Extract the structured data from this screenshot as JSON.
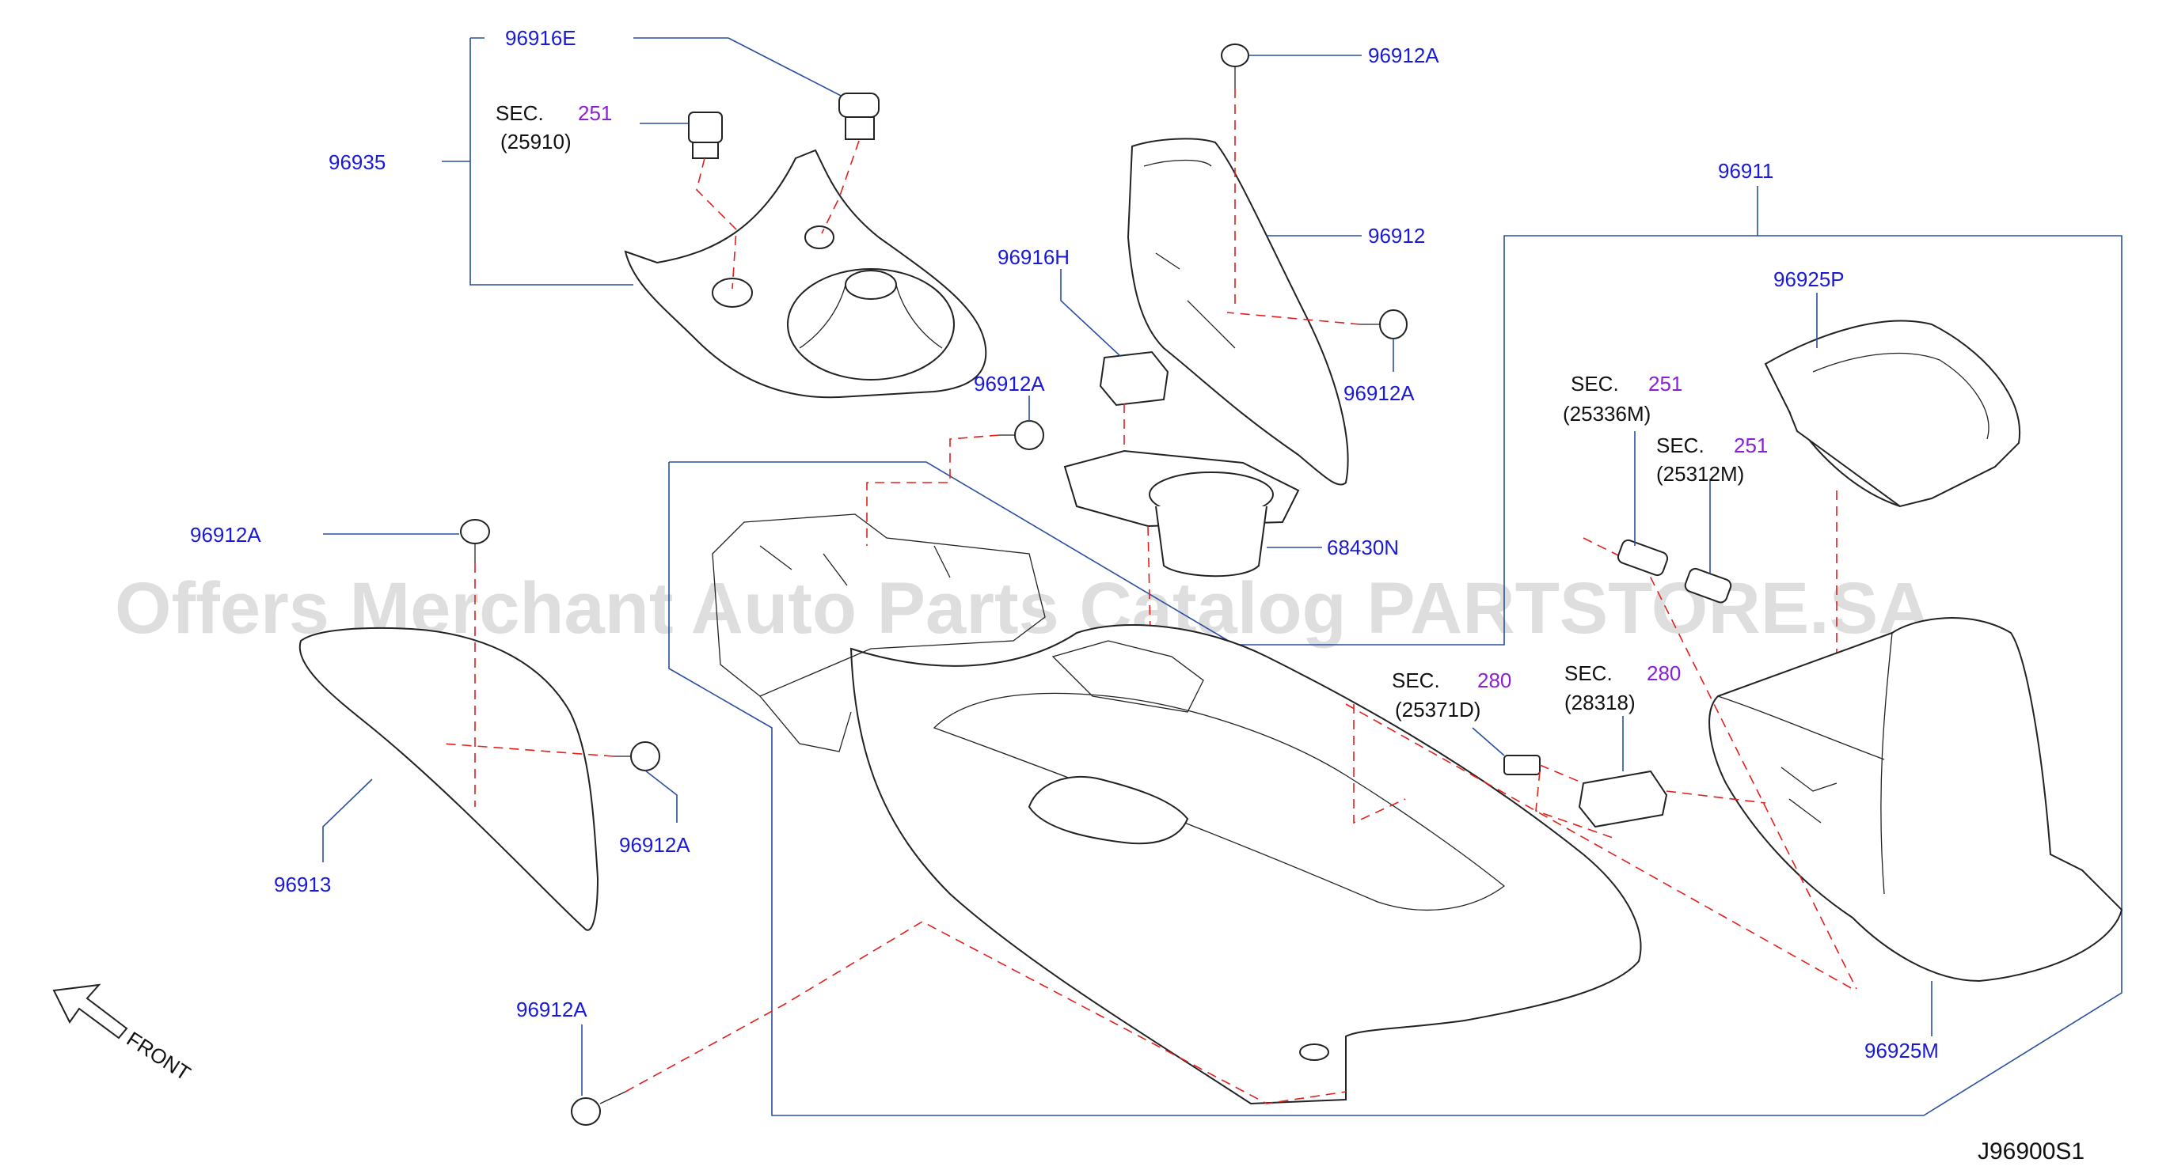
{
  "diagram_code": "J96900S1",
  "watermark": "Offers Merchant Auto Parts Catalog PARTSTORE.SA",
  "front_label": "FRONT",
  "sec_prefix": "SEC.",
  "colors": {
    "part_number": "#1a1ad6",
    "section_number": "#8a1fd6",
    "reference_code": "#111111",
    "leader_line": "#2a4fa0",
    "dashed_line": "#e0201c"
  },
  "parts": {
    "p96916E": "96916E",
    "p96935": "96935",
    "p96912A_top": "96912A",
    "p96912": "96912",
    "p96912A_right": "96912A",
    "p96916H": "96916H",
    "p96912A_mid": "96912A",
    "p68430N": "68430N",
    "p96911": "96911",
    "p96925P": "96925P",
    "p96912A_left": "96912A",
    "p96912A_leftlow": "96912A",
    "p96913": "96913",
    "p96912A_bottom": "96912A",
    "p96925M": "96925M"
  },
  "sections": {
    "s1": {
      "sec": "251",
      "ref": "(25910)"
    },
    "s2": {
      "sec": "251",
      "ref": "(25336M)"
    },
    "s3": {
      "sec": "251",
      "ref": "(25312M)"
    },
    "s4": {
      "sec": "280",
      "ref": "(25371D)"
    },
    "s5": {
      "sec": "280",
      "ref": "(28318)"
    }
  }
}
